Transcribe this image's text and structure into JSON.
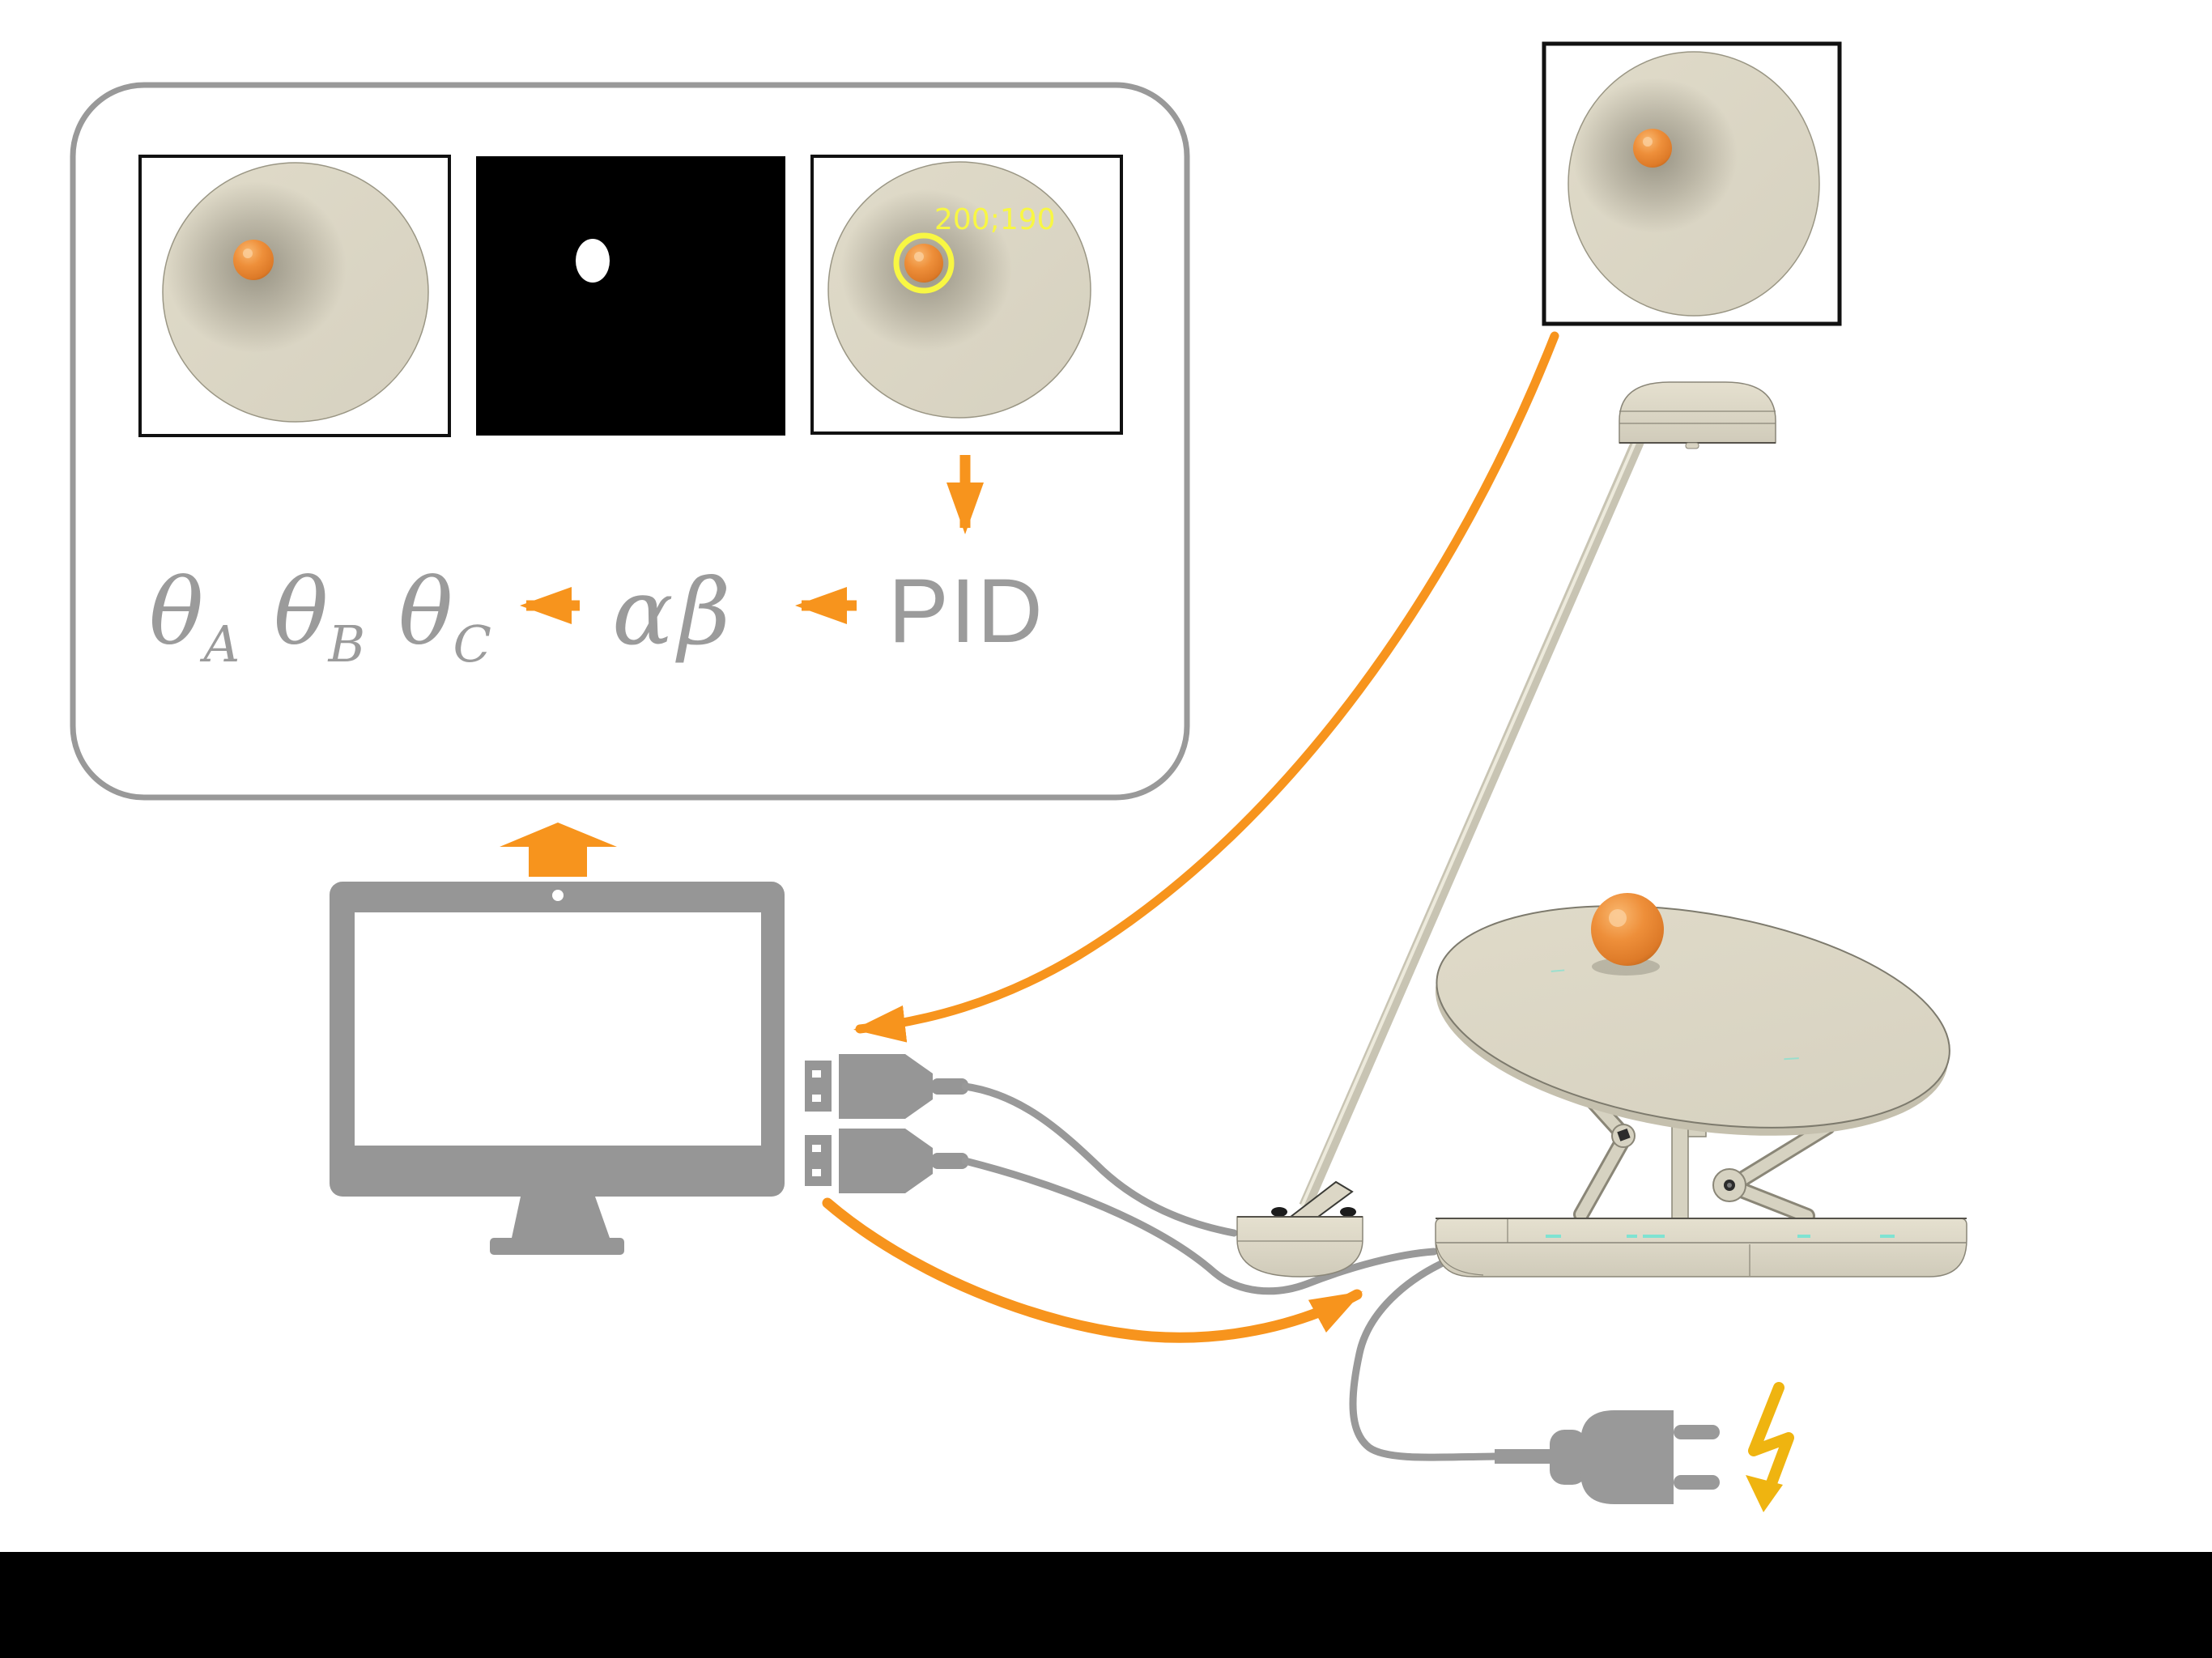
{
  "colors": {
    "accent_orange": "#F7941D",
    "bolt_yellow": "#EFB410",
    "device_gray": "#969696",
    "formula_gray": "#9B9B9B",
    "plate_cream": "#DCD7C6",
    "ball_orange": "#E8823B",
    "annotation_yellow": "#F8F743",
    "teal_marks": "#7FE3D2",
    "mask_black": "#000000"
  },
  "processing_box": {
    "panels": {
      "raw_view": "camera frame with ball",
      "mask_view": "binary threshold mask",
      "detect_view": "ball detection overlay"
    },
    "detection_label": "200;190",
    "formula": {
      "theta": "θ",
      "subscripts": [
        "A",
        "B",
        "C"
      ],
      "alpha_beta": "αβ",
      "pid": "PID"
    }
  },
  "icons": {
    "up_block_arrow": "screen-to-processing arrow",
    "camera_feed_arrow": "camera image to computer",
    "command_arrow": "computer commands to platform",
    "lightning_bolt": "mains power"
  }
}
